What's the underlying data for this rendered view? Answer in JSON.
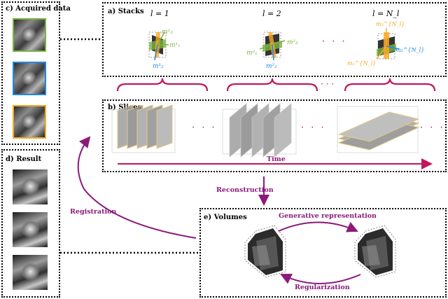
{
  "panels": {
    "acquired": "c) Acquired data",
    "result": "d) Result",
    "stacks": "a) Stacks",
    "slices": "b) Slices",
    "volumes": "e) Volumes"
  },
  "stacks": {
    "labels": [
      "l = 1",
      "l = 2",
      "l = N_l"
    ],
    "dots": "· · ·",
    "m_labels": {
      "s1": [
        "m¹₃",
        "m¹₁",
        "m¹₂"
      ],
      "s2": [
        "m²₃",
        "m²₁",
        "m²₂"
      ],
      "s3": [
        "m₃^{N_l}",
        "m₁^{N_l}",
        "m₂^{N_l}"
      ]
    }
  },
  "slices": {
    "dots": "· · ·"
  },
  "labels": {
    "time": "Time",
    "reconstruction": "Reconstruction",
    "registration": "Registration",
    "generative": "Generative representation",
    "regularization": "Regularization"
  },
  "colors": {
    "green": "#7cb342",
    "blue": "#1e88e5",
    "orange": "#f9a825",
    "crimson": "#c2185b",
    "purple": "#8b1a7a"
  }
}
